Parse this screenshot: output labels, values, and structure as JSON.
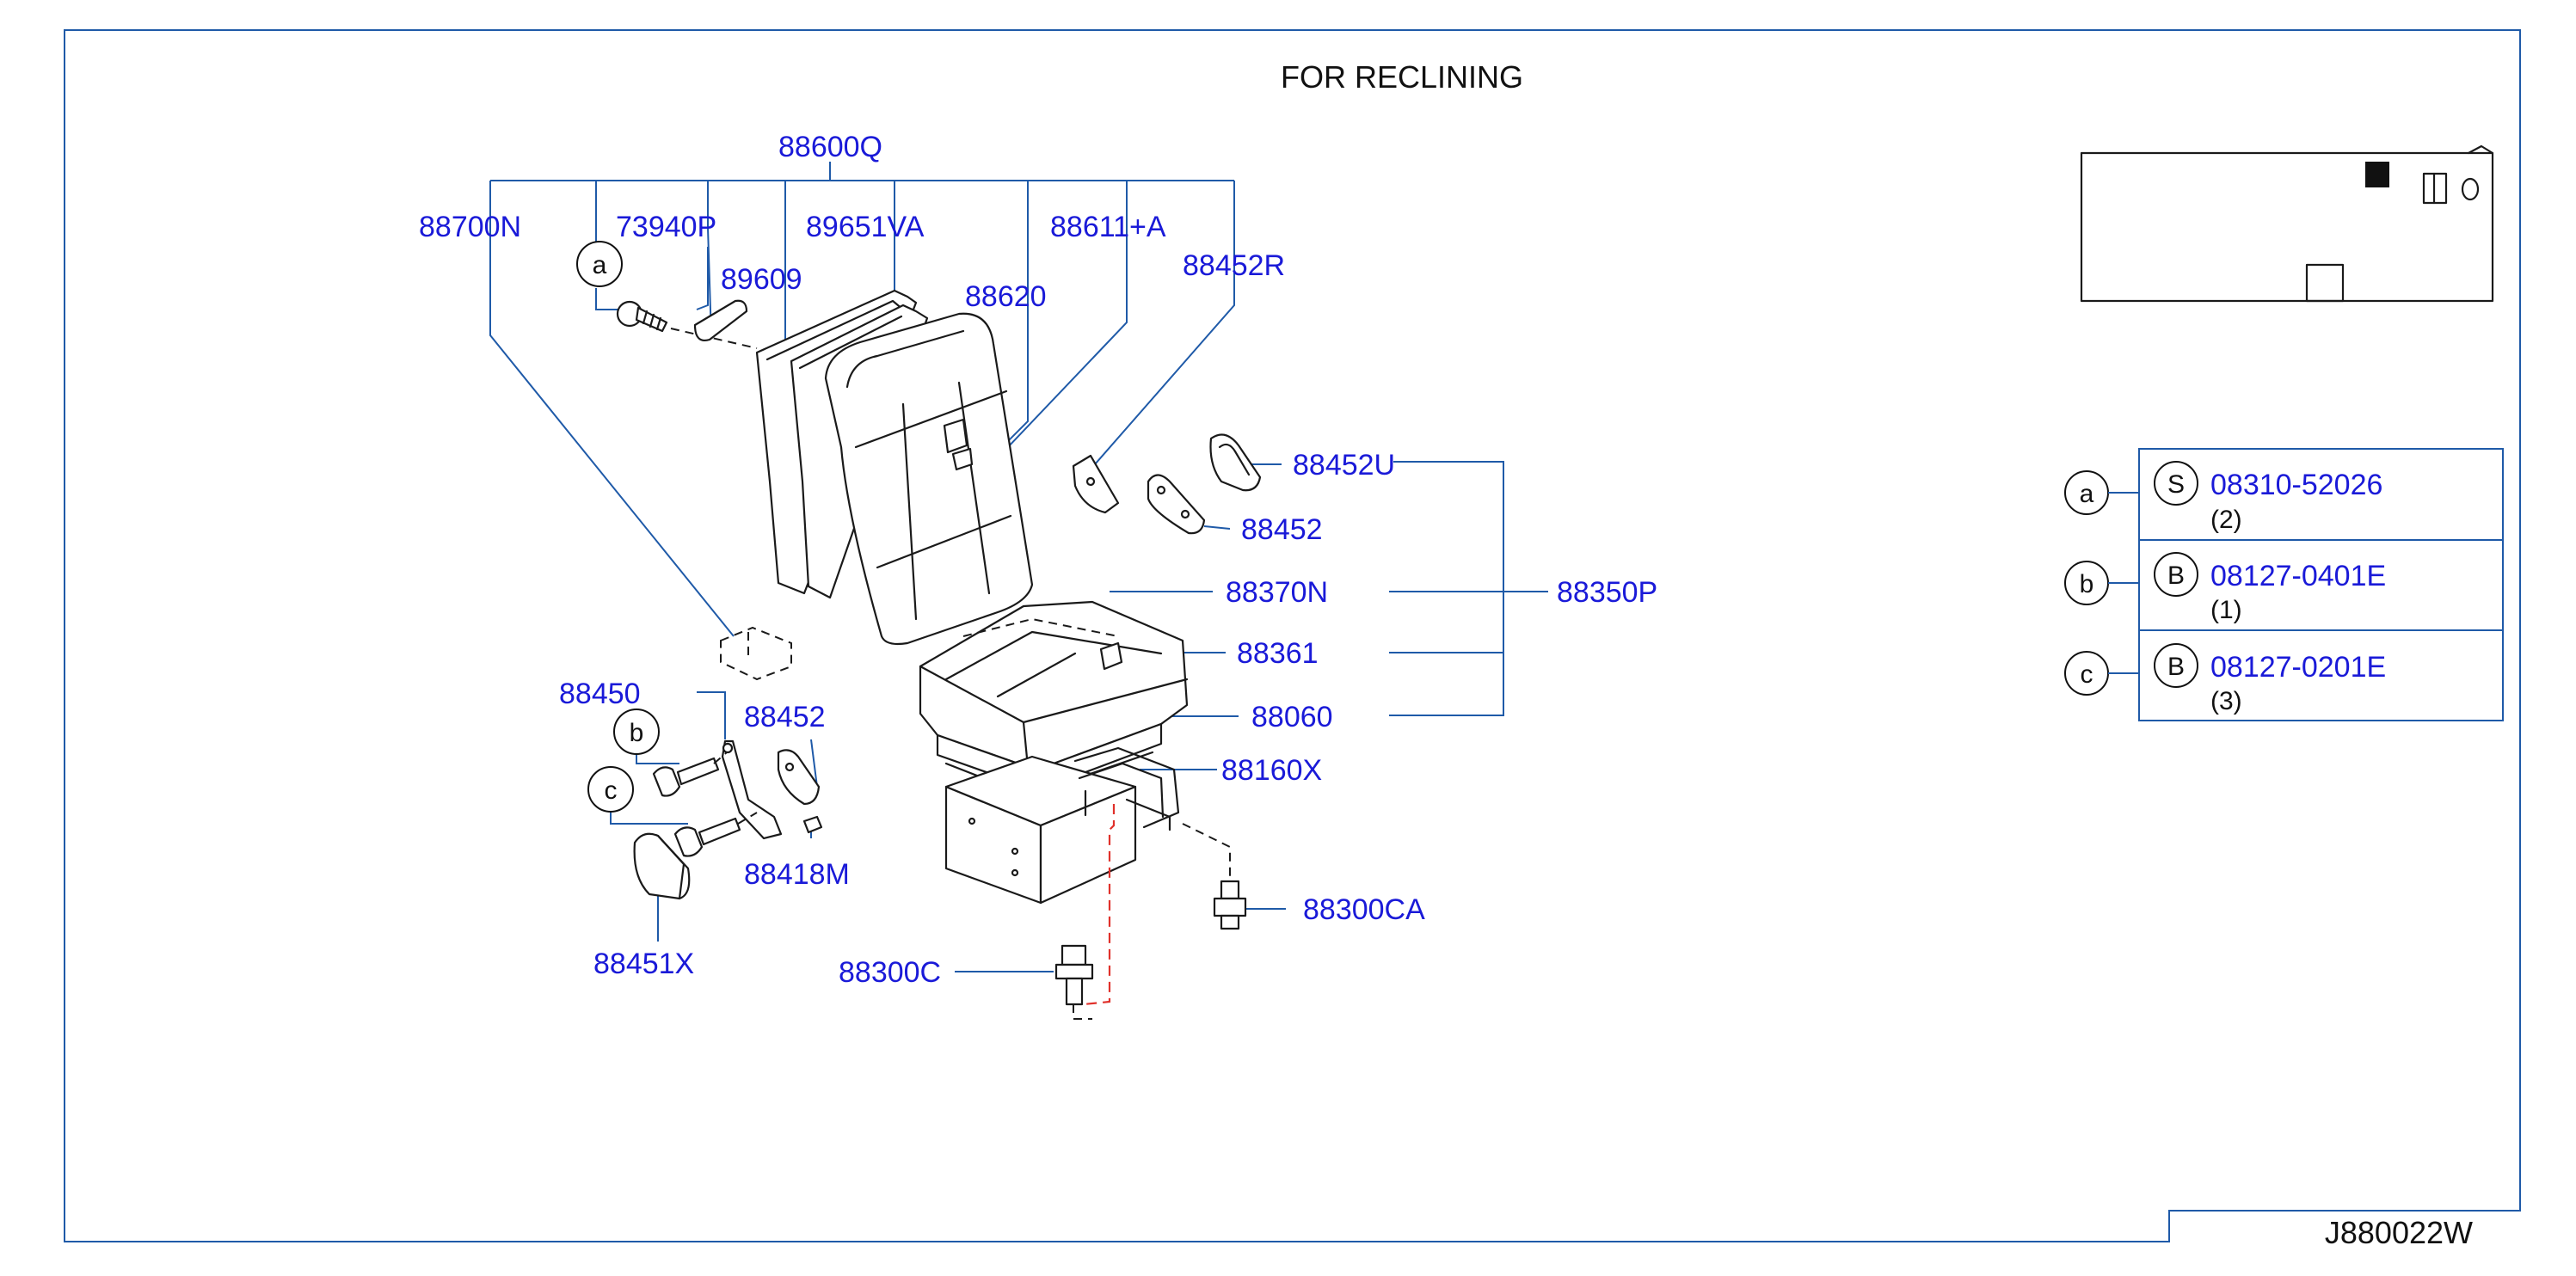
{
  "title": "FOR  RECLINING",
  "drawing_code": "J880022W",
  "part_labels": {
    "p88600Q": "88600Q",
    "p88700N": "88700N",
    "p73940P": "73940P",
    "p89651VA": "89651VA",
    "p88611A": "88611+A",
    "p89609": "89609",
    "p88620": "88620",
    "p88452R": "88452R",
    "p88452U": "88452U",
    "p88452": "88452",
    "p88370N": "88370N",
    "p88350P": "88350P",
    "p88361": "88361",
    "p88060": "88060",
    "p88160X": "88160X",
    "p88450": "88450",
    "p88452b": "88452",
    "p88418M": "88418M",
    "p88451X": "88451X",
    "p88300CA": "88300CA",
    "p88300C": "88300C"
  },
  "callouts": {
    "a": "a",
    "b": "b",
    "c": "c"
  },
  "fasteners": [
    {
      "key": "a",
      "symbol": "S",
      "part_no": "08310-52026",
      "qty": "(2)"
    },
    {
      "key": "b",
      "symbol": "B",
      "part_no": "08127-0401E",
      "qty": "(1)"
    },
    {
      "key": "c",
      "symbol": "B",
      "part_no": "08127-0201E",
      "qty": "(3)"
    }
  ],
  "colors": {
    "frame": "#1f5aa8",
    "part_number_text": "#1a1ad8",
    "drawing_lines": "#1a1a1a",
    "hidden_line": "#e0312b"
  }
}
